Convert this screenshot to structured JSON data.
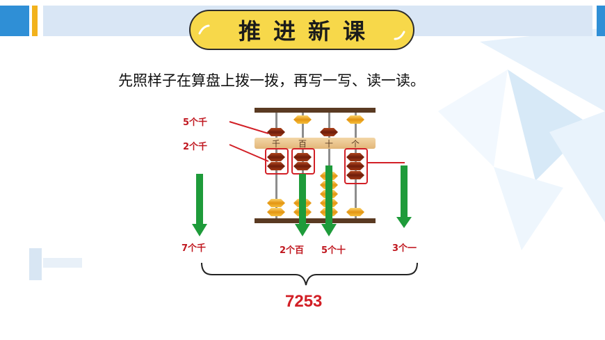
{
  "header": {
    "title": "推进新课"
  },
  "instruction": "先照样子在算盘上拨一拨，再写一写、读一读。",
  "abacus": {
    "column_labels": [
      "千",
      "百",
      "十",
      "个"
    ]
  },
  "annotations": {
    "top_upper": "5个千",
    "top_lower": "2个千",
    "thousands": "7个千",
    "hundreds": "2个百",
    "tens": "5个十",
    "ones": "3个一"
  },
  "answer": "7253",
  "colors": {
    "accent_red": "#c0171f",
    "arrow_green": "#1e9b3a",
    "bead_dark": "#8b2b10",
    "bead_light": "#f2a91d"
  }
}
